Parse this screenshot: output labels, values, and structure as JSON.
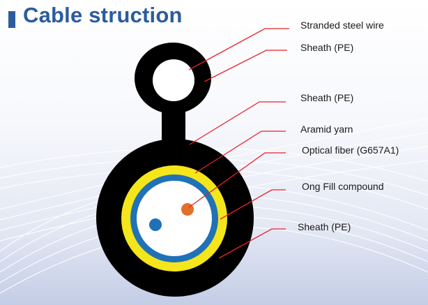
{
  "title": "Cable struction",
  "colors": {
    "title": "#2b5c9e",
    "sheath": "#000000",
    "aramid": "#f5e51b",
    "tube": "#1f72b8",
    "fiber": "#e2702a",
    "leader": "#e8202a"
  },
  "labels": [
    "Stranded steel wire",
    "Sheath (PE)",
    "Sheath (PE)",
    "Aramid yarn",
    "Optical fiber (G657A1)",
    "Ong Fill compound",
    "Sheath (PE)"
  ]
}
